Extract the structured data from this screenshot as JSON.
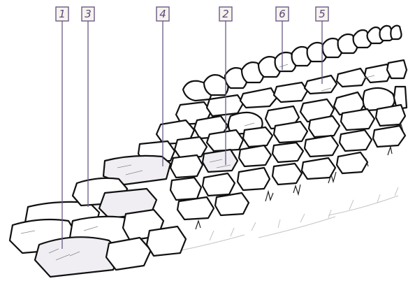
{
  "figure": {
    "callouts": [
      {
        "id": "c1",
        "label": "1"
      },
      {
        "id": "c3",
        "label": "3"
      },
      {
        "id": "c4",
        "label": "4"
      },
      {
        "id": "c2",
        "label": "2"
      },
      {
        "id": "c6",
        "label": "6"
      },
      {
        "id": "c5",
        "label": "5"
      }
    ],
    "colors": {
      "callout_border": "#6a5a86",
      "callout_text": "#5a4878",
      "callout_fill": "#f6f3ee",
      "stone_outline": "#111111"
    }
  }
}
